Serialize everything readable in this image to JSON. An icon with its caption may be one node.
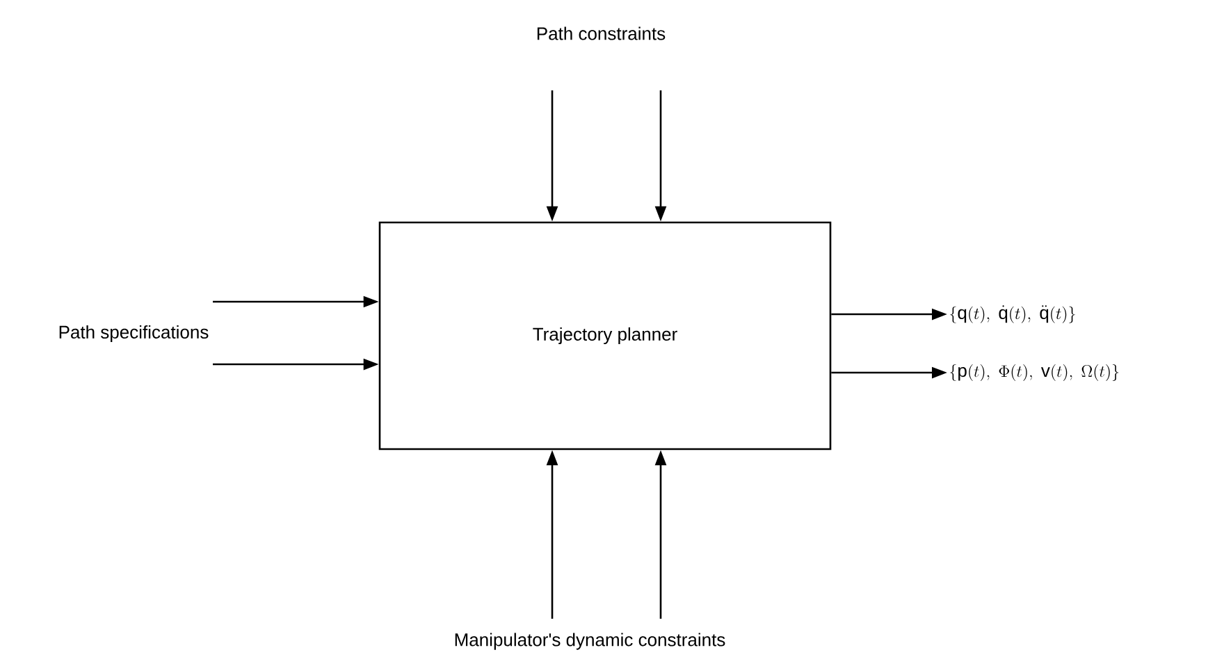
{
  "diagram": {
    "nodes": [
      {
        "text": [
          "Trajectory planner"
        ]
      },
      {
        "text": [
          "Path constraints"
        ]
      },
      {
        "text": [
          "Path specifications"
        ]
      },
      {
        "text": [
          "Manipulator's dynamic constraints"
        ]
      },
      {
        "text": [
          "\\{\\mathrm{q}(t),\\ \\dot{\\mathrm{q}}(t),\\ \\ddot{\\mathrm{q}}(t)\\}"
        ]
      },
      {
        "text": [
          "\\{\\mathrm{p}(t),\\ \\Phi(t),\\ \\mathrm{v}(t),\\ \\Omega(t)\\}"
        ]
      }
    ],
    "edges": [
      {
        "from": 1,
        "to": 0,
        "arrow": "to"
      },
      {
        "from": 1,
        "to": 0,
        "arrow": "to"
      },
      {
        "from": 2,
        "to": 0,
        "arrow": "to"
      },
      {
        "from": 2,
        "to": 0,
        "arrow": "to"
      },
      {
        "from": 3,
        "to": 0,
        "arrow": "to"
      },
      {
        "from": 3,
        "to": 0,
        "arrow": "to"
      },
      {
        "from": 0,
        "to": 4,
        "arrow": "to"
      },
      {
        "from": 0,
        "to": 5,
        "arrow": "to"
      }
    ]
  }
}
